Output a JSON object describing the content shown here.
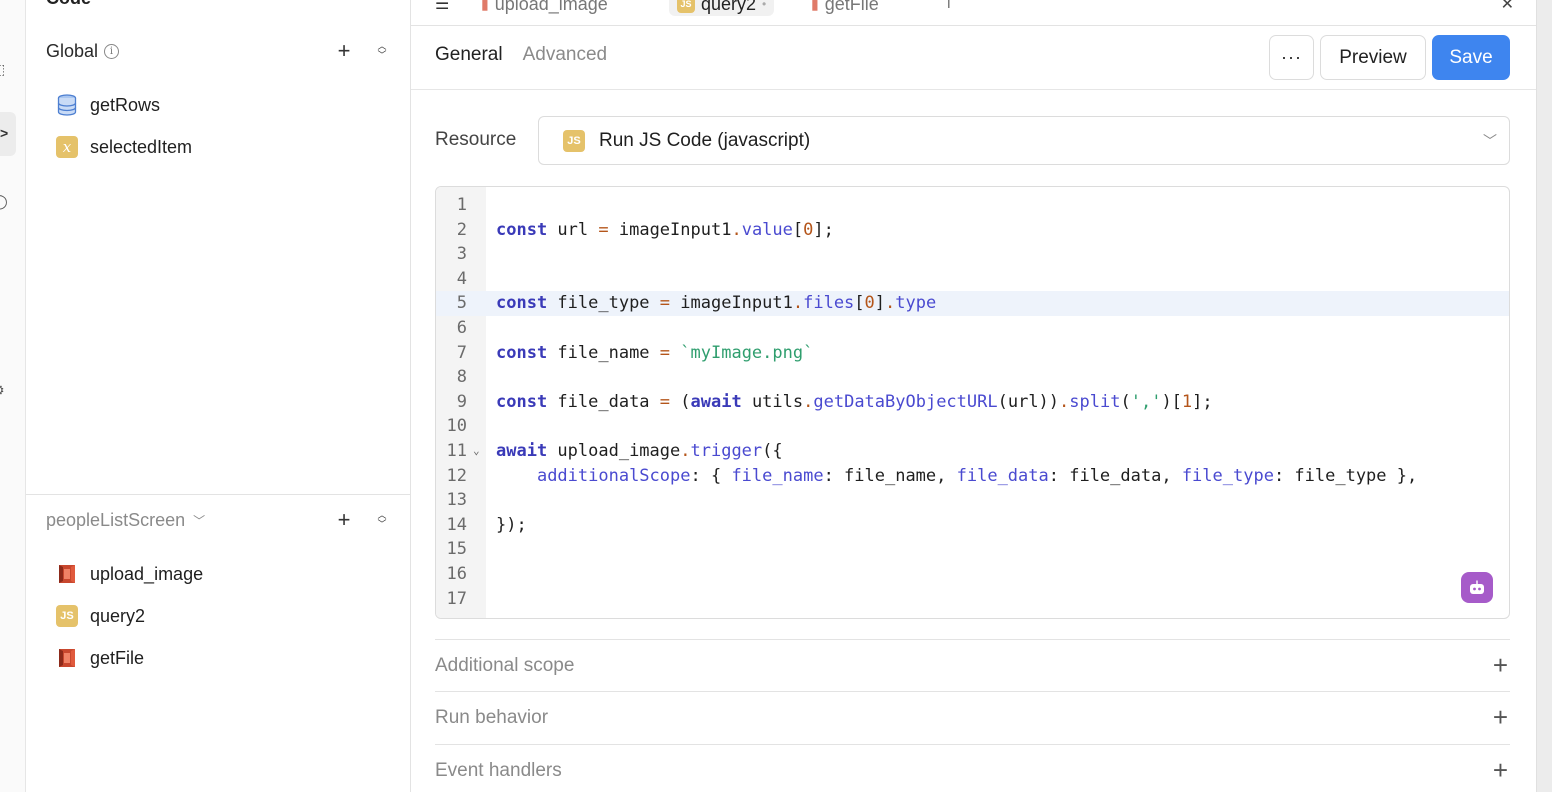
{
  "left_panel": {
    "title": "Code",
    "global": {
      "title": "Global",
      "items": [
        {
          "name": "getRows",
          "icon": "database-icon"
        },
        {
          "name": "selectedItem",
          "icon": "variable-icon"
        }
      ]
    },
    "screen": {
      "title": "peopleListScreen",
      "items": [
        {
          "name": "upload_image",
          "icon": "aws-s3-icon"
        },
        {
          "name": "query2",
          "icon": "js-icon",
          "icon_text": "JS"
        },
        {
          "name": "getFile",
          "icon": "aws-s3-icon"
        }
      ]
    }
  },
  "tabs": [
    {
      "label": "upload_image",
      "active": false
    },
    {
      "label": "query2",
      "active": true
    },
    {
      "label": "getFile",
      "active": false
    }
  ],
  "toolbar": {
    "subtabs": [
      "General",
      "Advanced"
    ],
    "more_label": "···",
    "preview_label": "Preview",
    "save_label": "Save"
  },
  "resource": {
    "label": "Resource",
    "value": "Run JS Code (javascript)",
    "icon_text": "JS"
  },
  "editor": {
    "highlighted_line": 5,
    "lines": [
      "",
      "const url = imageInput1.value[0];",
      "",
      "",
      "const file_type = imageInput1.files[0].type",
      "",
      "const file_name = `myImage.png`",
      "",
      "const file_data = (await utils.getDataByObjectURL(url)).split(',')[1];",
      "",
      "await upload_image.trigger({",
      "    additionalScope: { file_name: file_name, file_data: file_data, file_type: file_type },",
      "",
      "});",
      "",
      "",
      ""
    ]
  },
  "sections": [
    "Additional scope",
    "Run behavior",
    "Event handlers"
  ],
  "colors": {
    "accent": "#3e85ef",
    "ai": "#a65bc9",
    "js_badge": "#e5c26a"
  }
}
